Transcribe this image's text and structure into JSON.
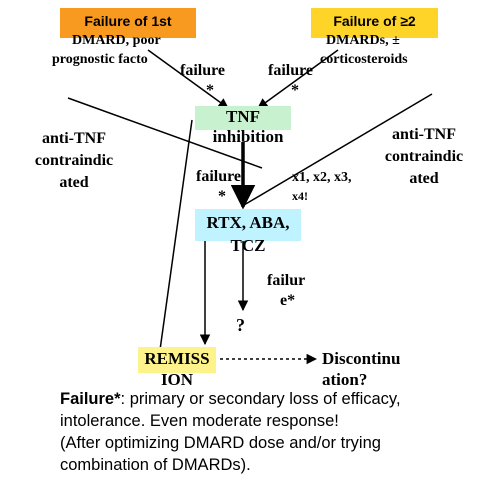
{
  "colors": {
    "box_orange": "#f79a1f",
    "box_yellow": "#ffd428",
    "box_tnf": "#c8f2cf",
    "box_rtx": "#bff3ff",
    "box_remission": "#fef38a"
  },
  "boxes": {
    "failure_1st": "Failure of 1st",
    "failure_1st_more": "DMARD, poor",
    "failure_1st_more2": "prognostic facto",
    "failure_2plus": "Failure of ≥2",
    "failure_2plus_more": "DMARDs, ±",
    "failure_2plus_more2": "corticosteroids",
    "tnf_line1": "TNF",
    "tnf_line2": "inhibition",
    "rtx_line1": "RTX, ABA,",
    "rtx_line2": "TCZ",
    "remission_line1": "REMISS",
    "remission_line2": "ION"
  },
  "labels": {
    "failure_left": "failure",
    "failure_left_star": "*",
    "failure_right": "failure",
    "failure_right_star": "*",
    "anti_tnf_left_1": "anti-TNF",
    "anti_tnf_left_2": "contraindic",
    "anti_tnf_left_3": "ated",
    "anti_tnf_right_1": "anti-TNF",
    "anti_tnf_right_2": "contraindic",
    "anti_tnf_right_3": "ated",
    "failure_mid": "failure",
    "failure_mid_star": "*",
    "x_counts_1": "x1, x2, x3,",
    "x_counts_2": "x4!",
    "failure_lower_1": "failur",
    "failure_lower_2": "e*",
    "question": "?",
    "discontinuation_1": "Discontinu",
    "discontinuation_2": "ation?"
  },
  "footnote": {
    "term": "Failure*",
    "line1_rest": ": primary or secondary loss of efficacy,",
    "line2": "intolerance.  Even moderate response!",
    "line3": "(After optimizing DMARD dose and/or trying",
    "line4": "combination of DMARDs)."
  }
}
